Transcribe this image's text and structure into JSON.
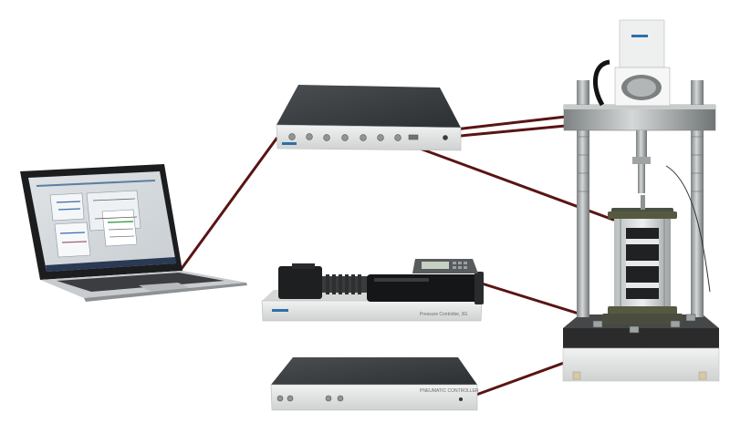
{
  "labels": {
    "pressure_controller": "Pressure Controller, 3G",
    "pneumatic_controller": "PNEUMATIC CONTROLLER"
  },
  "colors": {
    "cable": "#5a1414",
    "device_top": "#3a3d3f",
    "device_front": "#e3e5e4",
    "steel": "#a9adad",
    "base_block": "#2b2b2b"
  },
  "icons": [
    "laptop-icon",
    "data-acquisition-box",
    "pressure-controller-unit",
    "pneumatic-controller-box",
    "triaxial-load-frame"
  ]
}
